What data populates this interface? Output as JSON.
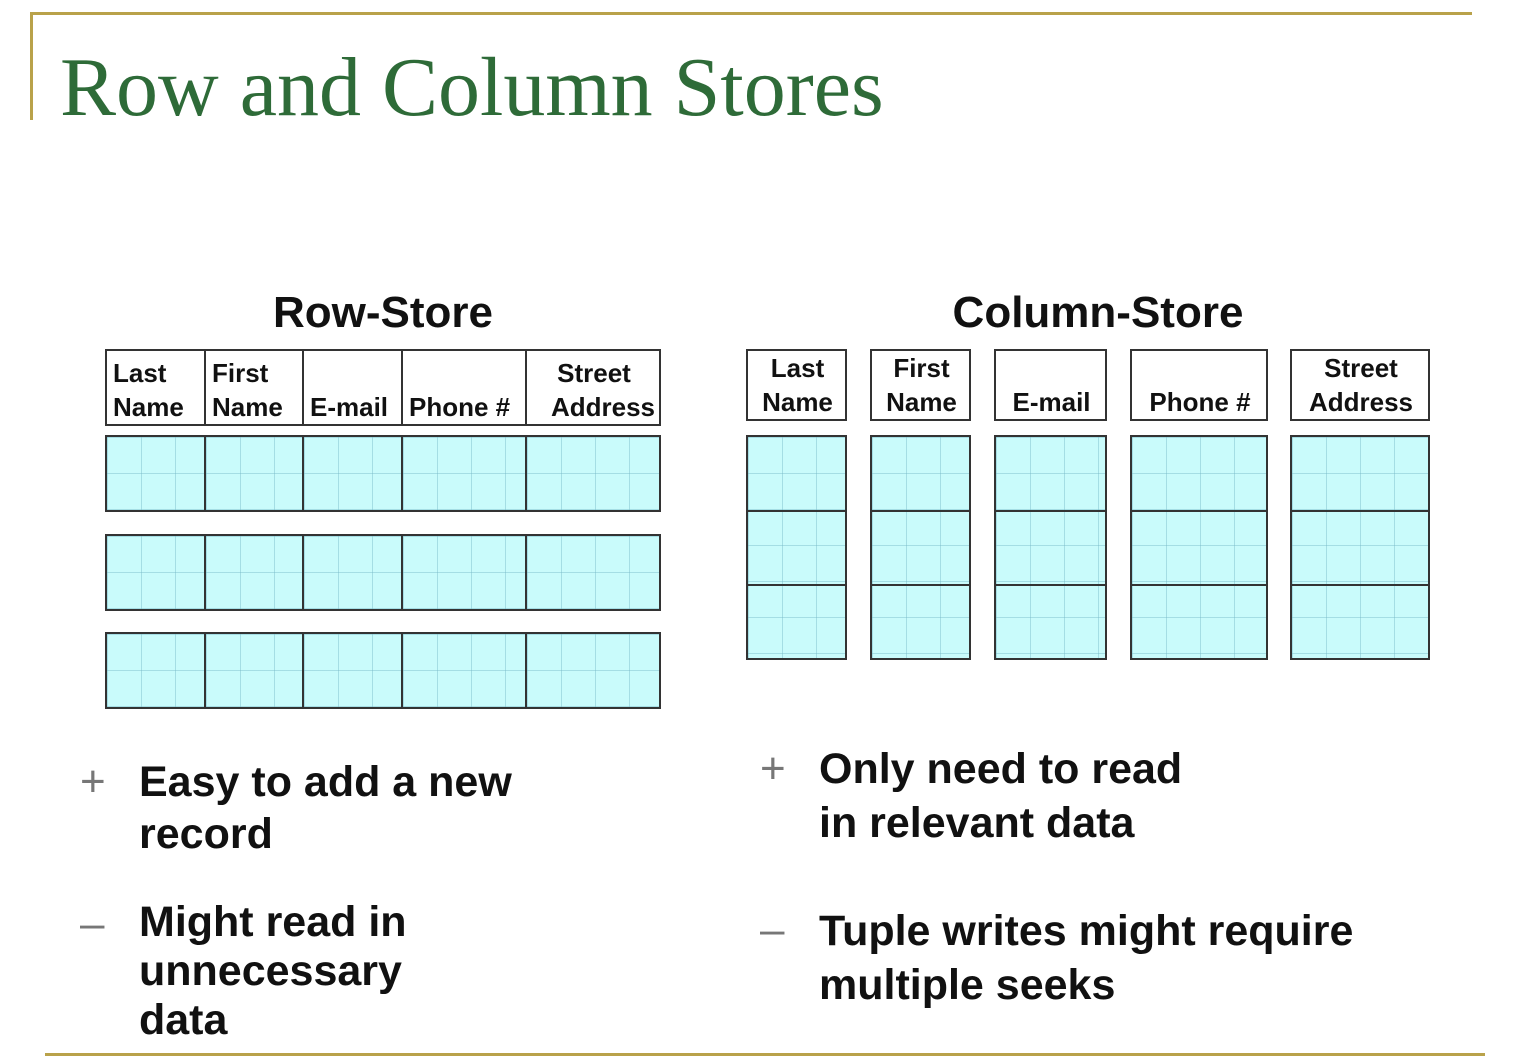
{
  "slide": {
    "title": "Row and Column Stores"
  },
  "row_store": {
    "title": "Row-Store",
    "headers": [
      {
        "line1": "Last",
        "line2": "Name"
      },
      {
        "line1": "First",
        "line2": "Name"
      },
      {
        "line1": "",
        "line2": "E-mail"
      },
      {
        "line1": "",
        "line2": "Phone #"
      },
      {
        "line1": "Street",
        "line2": "Address"
      }
    ],
    "pros": {
      "mark": "+",
      "line1": "Easy to add a new",
      "line2": "record"
    },
    "cons": {
      "mark": "–",
      "line1": "Might read in",
      "line2": "unnecessary",
      "line3": "data"
    }
  },
  "column_store": {
    "title": "Column-Store",
    "headers": [
      {
        "line1": "Last",
        "line2": "Name"
      },
      {
        "line1": "First",
        "line2": "Name"
      },
      {
        "line1": "",
        "line2": "E-mail"
      },
      {
        "line1": "",
        "line2": "Phone #"
      },
      {
        "line1": "Street",
        "line2": "Address"
      }
    ],
    "pros": {
      "mark": "+",
      "line1": "Only need to read",
      "line2": "in relevant data"
    },
    "cons": {
      "mark": "–",
      "line1": "Tuple writes might require",
      "line2": "multiple seeks"
    }
  },
  "colors": {
    "title": "#2e6b38",
    "rule": "#b9a24a",
    "cell_fill": "#c9fbfb"
  }
}
